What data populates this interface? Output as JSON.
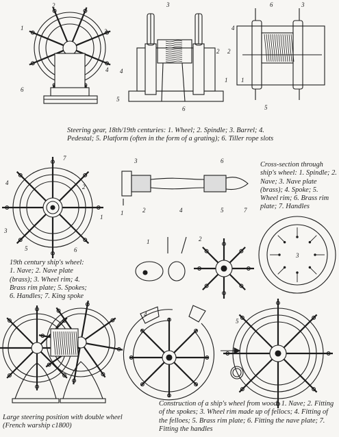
{
  "captions": {
    "steering_gear": "Steering gear, 18th/19th centuries: 1. Wheel; 2. Spindle; 3. Barrel; 4. Pedestal; 5. Platform (often in the form of a grating); 6. Tiller rope slots",
    "cross_section": "Cross-section through ship's wheel: 1. Spindle; 2. Nave; 3. Nave plate (brass); 4. Spoke; 5. Wheel rim; 6. Brass rim plate; 7. Handles",
    "wheel_19th": "19th century ship's wheel: 1. Nave; 2. Nave plate (brass); 3. Wheel rim; 4. Brass rim plate; 5. Spokes; 6. Handles; 7. King spoke",
    "double_wheel": "Large steering position with double wheel (French warship c1800)",
    "construction": "Construction of a ship's wheel from wood: 1. Nave; 2. Fitting of the spokes; 3. Wheel rim made up of fellocs; 4. Fitting of the felloes; 5. Brass rim plate; 6. Fitting the nave plate; 7. Fitting the handles"
  },
  "labels": {
    "sg_front": [
      "1",
      "2",
      "3",
      "4",
      "5",
      "6"
    ],
    "sg_side": [
      "3",
      "2",
      "4",
      "1",
      "6"
    ],
    "sg_top": [
      "6",
      "3",
      "4",
      "2",
      "1",
      "5"
    ],
    "cross": [
      "3",
      "6",
      "1",
      "2",
      "4",
      "5",
      "7"
    ],
    "wheel19": [
      "7",
      "4",
      "2",
      "3",
      "1",
      "5",
      "6"
    ],
    "construction": [
      "1",
      "2",
      "3",
      "4",
      "5"
    ]
  },
  "colors": {
    "ink": "#1c1c1c",
    "paper": "#f7f6f3"
  }
}
